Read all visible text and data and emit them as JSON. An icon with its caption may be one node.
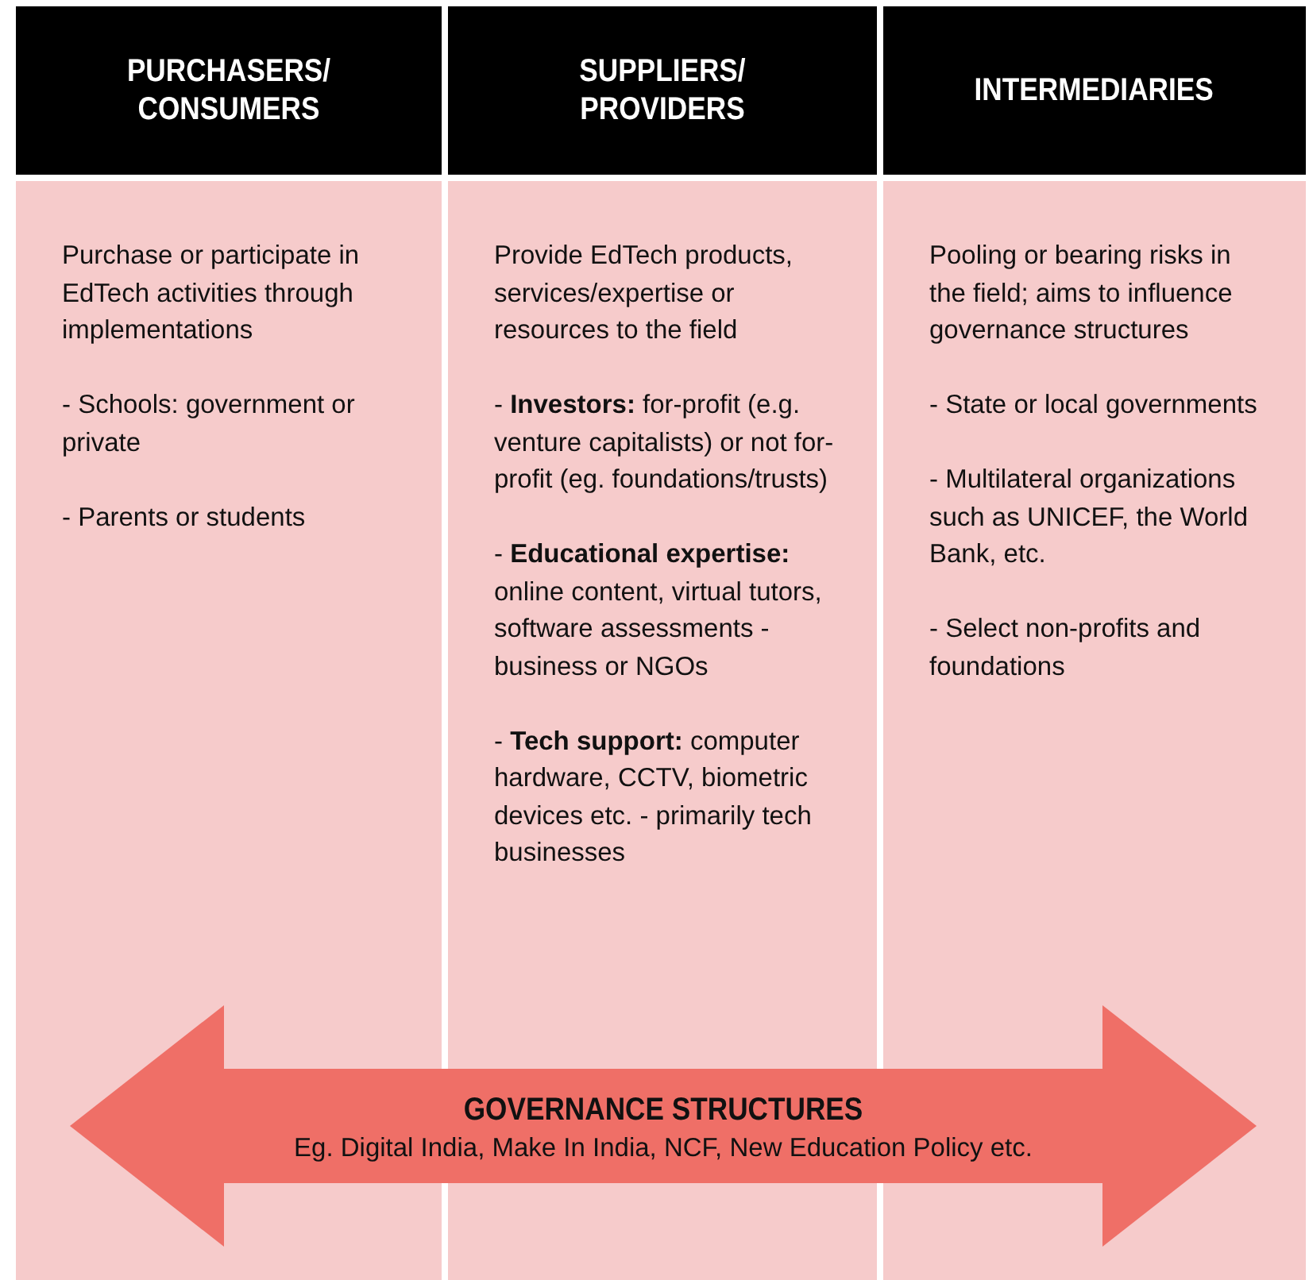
{
  "diagram": {
    "nodes": [
      {
        "text": [
          "PURCHASERS/ CONSUMERS"
        ]
      },
      {
        "text": [
          "Purchase or participate in EdTech activities through implementations",
          "- Schools: government or private",
          "- Parents or students"
        ]
      },
      {
        "text": [
          "SUPPLIERS/ PROVIDERS"
        ]
      },
      {
        "text": [
          "Provide EdTech products, services/expertise or resources to the field",
          "- **Investors:** for-profit (e.g. venture capitalists) or not for-profit (eg. foundations/trusts)",
          "- **Educational expertise:** online content, virtual tutors, software assessments - business or NGOs",
          "- **Tech support:** computer hardware, CCTV, biometric devices etc. - primarily tech businesses"
        ]
      },
      {
        "text": [
          "INTERMEDIARIES"
        ]
      },
      {
        "text": [
          "Pooling or bearing risks in the field; aims to influence governance structures",
          "- State or local governments",
          "- Multilateral organizations such as UNICEF, the World Bank, etc.",
          "- Select non-profits and foundations"
        ]
      },
      {
        "text": [
          "GOVERNANCE STRUCTURES",
          "Eg. Digital India, Make In India, NCF, New Education Policy etc."
        ]
      }
    ],
    "edges": [
      {
        "from": 6,
        "to": 1,
        "arrow": "to"
      },
      {
        "from": 6,
        "to": 5,
        "arrow": "to"
      }
    ]
  }
}
